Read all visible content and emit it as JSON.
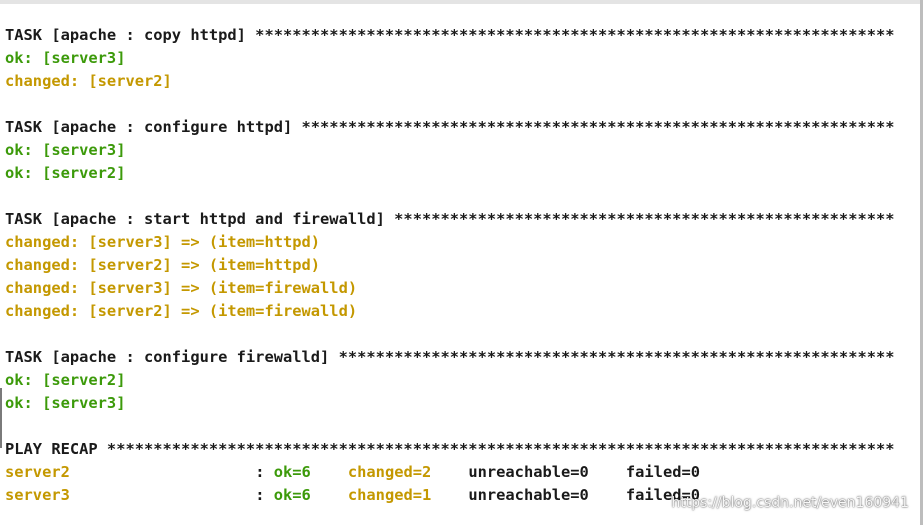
{
  "colors": {
    "background": "#ffffff",
    "task_text": "#1a1a1a",
    "ok": "#3c9a0a",
    "changed": "#c49800"
  },
  "lines": [
    {
      "type": "task",
      "text": "TASK [apache : copy httpd] *********************************************************************"
    },
    {
      "type": "ok",
      "text": "ok: [server3]"
    },
    {
      "type": "changed",
      "text": "changed: [server2]"
    },
    {
      "type": "blank",
      "text": ""
    },
    {
      "type": "task",
      "text": "TASK [apache : configure httpd] ****************************************************************"
    },
    {
      "type": "ok",
      "text": "ok: [server3]"
    },
    {
      "type": "ok",
      "text": "ok: [server2]"
    },
    {
      "type": "blank",
      "text": ""
    },
    {
      "type": "task",
      "text": "TASK [apache : start httpd and firewalld] ******************************************************"
    },
    {
      "type": "changed",
      "text": "changed: [server3] => (item=httpd)"
    },
    {
      "type": "changed",
      "text": "changed: [server2] => (item=httpd)"
    },
    {
      "type": "changed",
      "text": "changed: [server3] => (item=firewalld)"
    },
    {
      "type": "changed",
      "text": "changed: [server2] => (item=firewalld)"
    },
    {
      "type": "blank",
      "text": ""
    },
    {
      "type": "task",
      "text": "TASK [apache : configure firewalld] ************************************************************"
    },
    {
      "type": "ok",
      "text": "ok: [server2]"
    },
    {
      "type": "ok",
      "text": "ok: [server3]"
    },
    {
      "type": "blank",
      "text": ""
    },
    {
      "type": "task",
      "text": "PLAY RECAP *************************************************************************************"
    }
  ],
  "recap": [
    {
      "host": "server2",
      "sep": ": ",
      "ok": "ok=6",
      "changed": "changed=2",
      "unreachable": "unreachable=0",
      "failed": "failed=0"
    },
    {
      "host": "server3",
      "sep": ": ",
      "ok": "ok=6",
      "changed": "changed=1",
      "unreachable": "unreachable=0",
      "failed": "failed=0"
    }
  ],
  "watermark": "https://blog.csdn.net/even160941"
}
